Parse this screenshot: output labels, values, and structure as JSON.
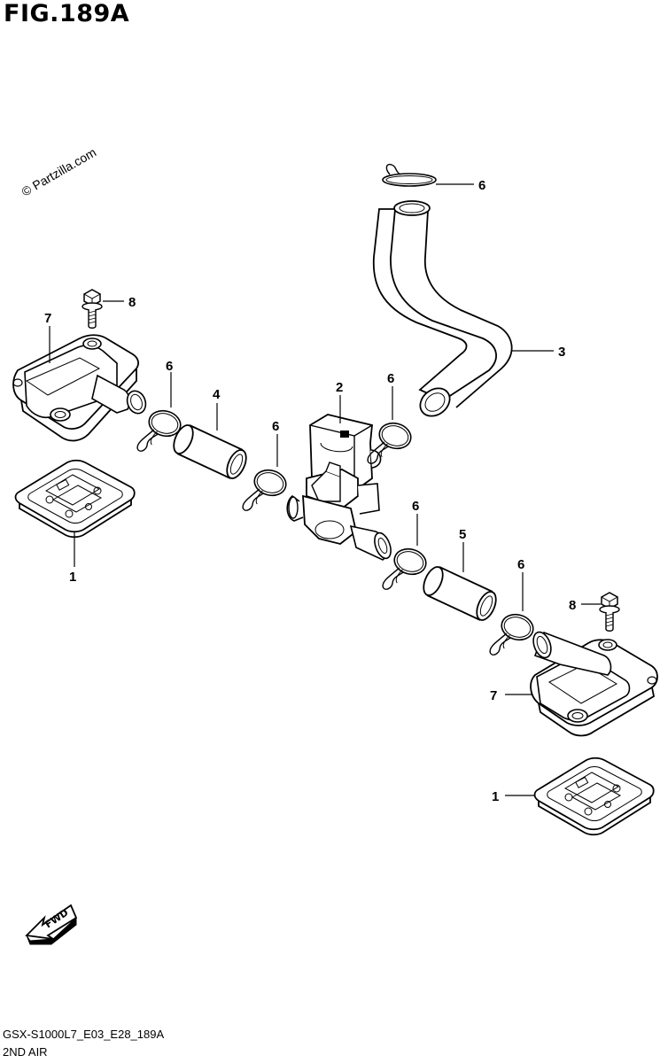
{
  "figure": {
    "title": "FIG.189A",
    "watermark": "© Partzilla.com",
    "model_code": "GSX-S1000L7_E03_E28_189A",
    "section_name": "2ND AIR",
    "fwd_label": "FWD"
  },
  "callouts": [
    {
      "id": "c6-top",
      "label": "6"
    },
    {
      "id": "c8-left",
      "label": "8"
    },
    {
      "id": "c7-left",
      "label": "7"
    },
    {
      "id": "c3",
      "label": "3"
    },
    {
      "id": "c2",
      "label": "2"
    },
    {
      "id": "c6-upper-mid",
      "label": "6"
    },
    {
      "id": "c6-left",
      "label": "6"
    },
    {
      "id": "c4",
      "label": "4"
    },
    {
      "id": "c6-mid",
      "label": "6"
    },
    {
      "id": "c1-left",
      "label": "1"
    },
    {
      "id": "c6-lower-mid",
      "label": "6"
    },
    {
      "id": "c5",
      "label": "5"
    },
    {
      "id": "c6-right",
      "label": "6"
    },
    {
      "id": "c8-right",
      "label": "8"
    },
    {
      "id": "c7-right",
      "label": "7"
    },
    {
      "id": "c1-right",
      "label": "1"
    }
  ]
}
